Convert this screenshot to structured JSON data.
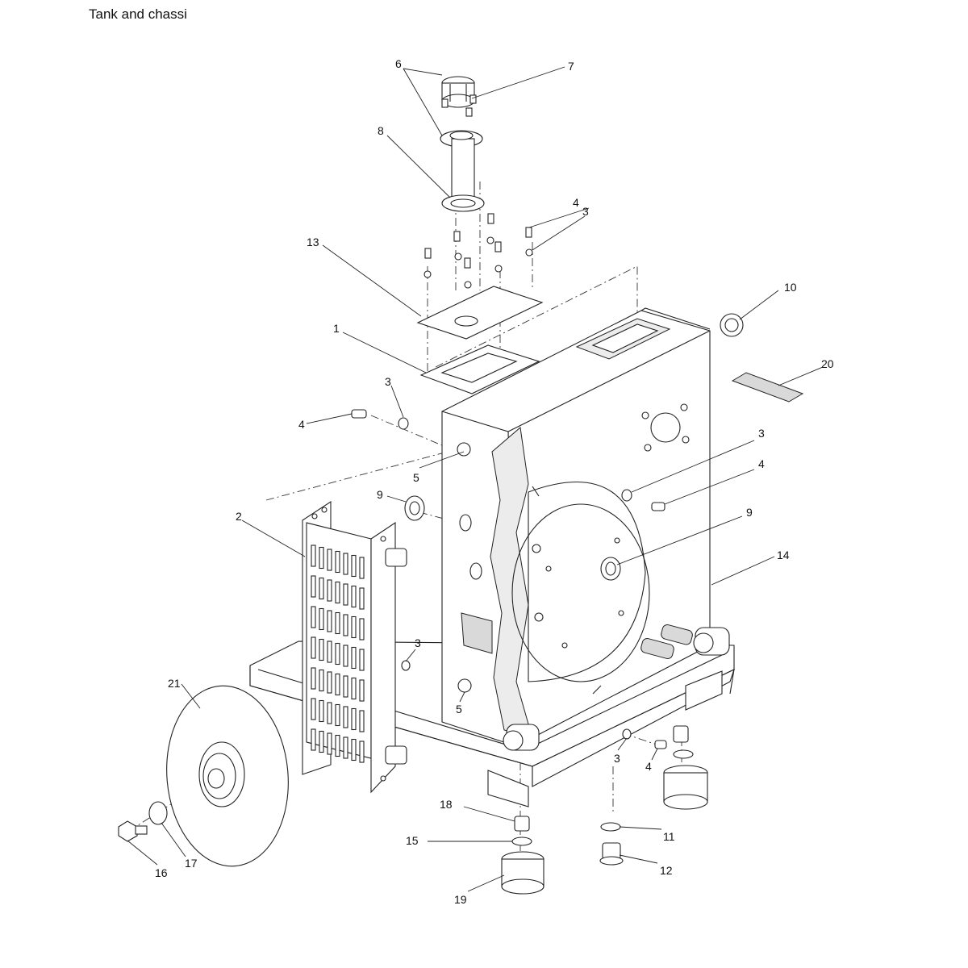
{
  "title": "Tank and chassi",
  "callouts": {
    "c1": "1",
    "c2": "2",
    "c3a": "3",
    "c3b": "3",
    "c3c": "3",
    "c3d": "3",
    "c3e": "3",
    "c4a": "4",
    "c4b": "4",
    "c4c": "4",
    "c4d": "4",
    "c5a": "5",
    "c5b": "5",
    "c6": "6",
    "c7": "7",
    "c8": "8",
    "c9a": "9",
    "c9b": "9",
    "c10": "10",
    "c11": "11",
    "c12": "12",
    "c13": "13",
    "c14": "14",
    "c15": "15",
    "c16": "16",
    "c17": "17",
    "c18": "18",
    "c19": "19",
    "c20": "20",
    "c21": "21"
  }
}
